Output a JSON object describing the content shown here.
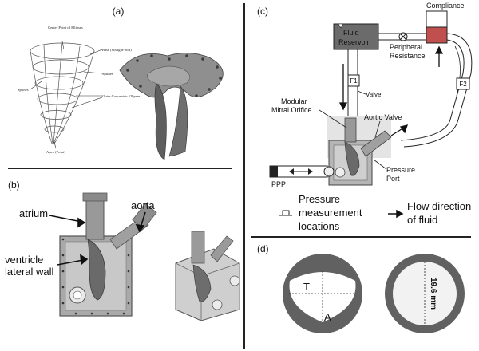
{
  "panels": {
    "a": {
      "label": "(a)",
      "wire_labels": {
        "center_point": "Center Point of Ellipses",
        "base": "Base (Straight-Slot)",
        "splines_right": "Splines",
        "splines_left": "Splines",
        "outer": "Outer Concentric Ellipses",
        "apex": "Apex (Point)"
      }
    },
    "b": {
      "label": "(b)",
      "atrium": "atrium",
      "aorta": "aorta",
      "ventricle_line1": "ventricle",
      "ventricle_line2": "lateral wall"
    },
    "c": {
      "label": "(c)",
      "compliance": "Compliance",
      "fluid_line1": "Fluid",
      "fluid_line2": "Reservoir",
      "peripheral_line1": "Peripheral",
      "peripheral_line2": "Resistance",
      "f1": "F1",
      "f2": "F2",
      "valve": "Valve",
      "modular_line1": "Modular",
      "modular_line2": "Mitral Orifice",
      "aortic_valve": "Aortic Valve",
      "pressure_line1": "Pressure",
      "pressure_line2": "Port",
      "ppp": "PPP",
      "legend_pressure_line1": "Pressure",
      "legend_pressure_line2": "measurement",
      "legend_pressure_line3": "locations",
      "legend_flow_line1": "Flow direction",
      "legend_flow_line2": "of fluid"
    },
    "d": {
      "label": "(d)",
      "t": "T",
      "a": "A",
      "dimension": "19.6 mm"
    }
  },
  "colors": {
    "dark_gray": "#5a5a5a",
    "mid_gray": "#8a8a8a",
    "light_gray": "#c8c8c8",
    "reservoir": "#6b6b6b",
    "compliance_red": "#c0504d"
  }
}
